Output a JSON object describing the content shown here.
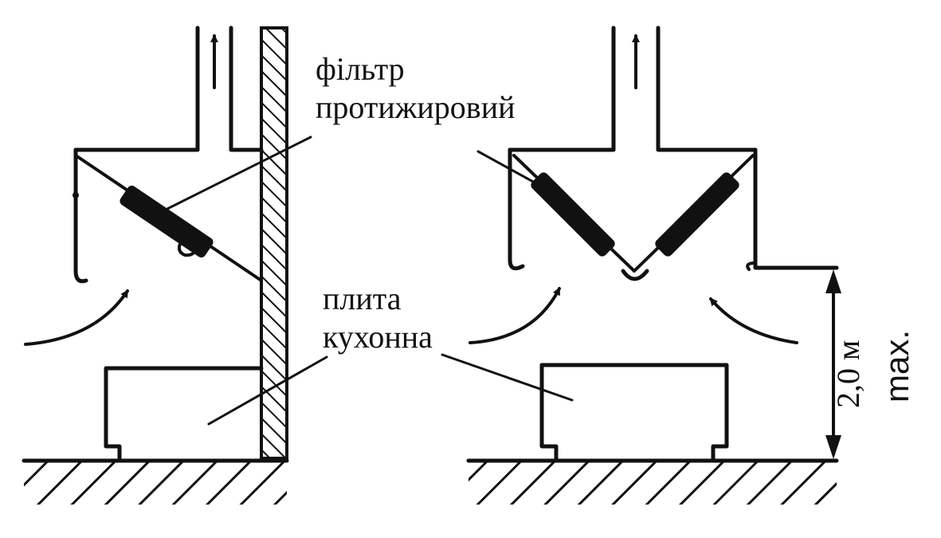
{
  "labels": {
    "filter_line1": "фільтр",
    "filter_line2": "протижировий",
    "stove_line1": "плита",
    "stove_line2": "кухонна",
    "height": "2,0 м",
    "max": "max."
  }
}
